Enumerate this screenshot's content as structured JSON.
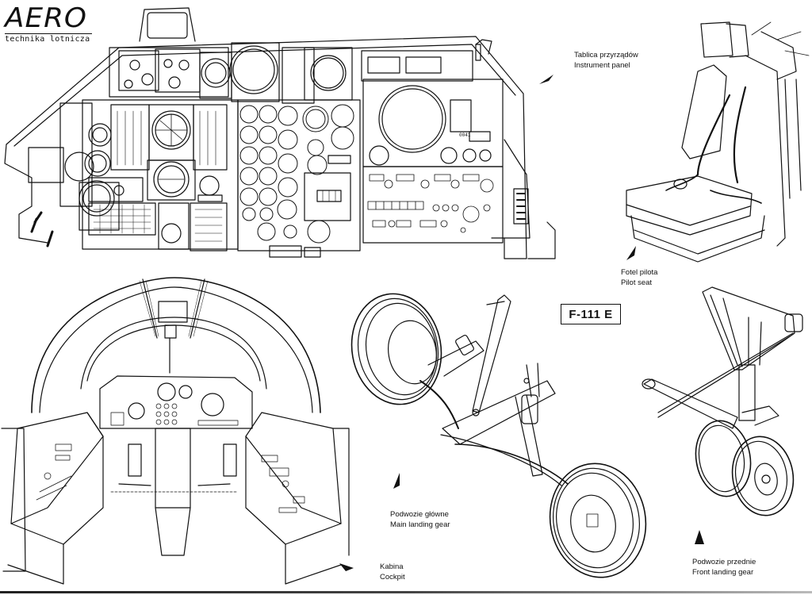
{
  "logo": {
    "word": "AERO",
    "subtitle": "technika lotnicza"
  },
  "aircraft_label": "F-111 E",
  "instrument_counter": "0041",
  "callouts": [
    {
      "id": "instrument-panel",
      "polish": "Tablica przyrządów",
      "english": "Instrument panel",
      "arrow": "pointing-down-left"
    },
    {
      "id": "pilot-seat",
      "polish": "Fotel pilota",
      "english": "Pilot seat",
      "arrow": "pointing-up"
    },
    {
      "id": "main-landing-gear",
      "polish": "Podwozie główne",
      "english": "Main landing gear",
      "arrow": "pointing-up"
    },
    {
      "id": "front-landing-gear",
      "polish": "Podwozie przednie",
      "english": "Front landing gear",
      "arrow": "pointing-up"
    },
    {
      "id": "cockpit",
      "polish": "Kabina",
      "english": "Cockpit",
      "arrow": "pointing-left"
    }
  ],
  "colors": {
    "ink": "#111111",
    "paper": "#ffffff"
  }
}
